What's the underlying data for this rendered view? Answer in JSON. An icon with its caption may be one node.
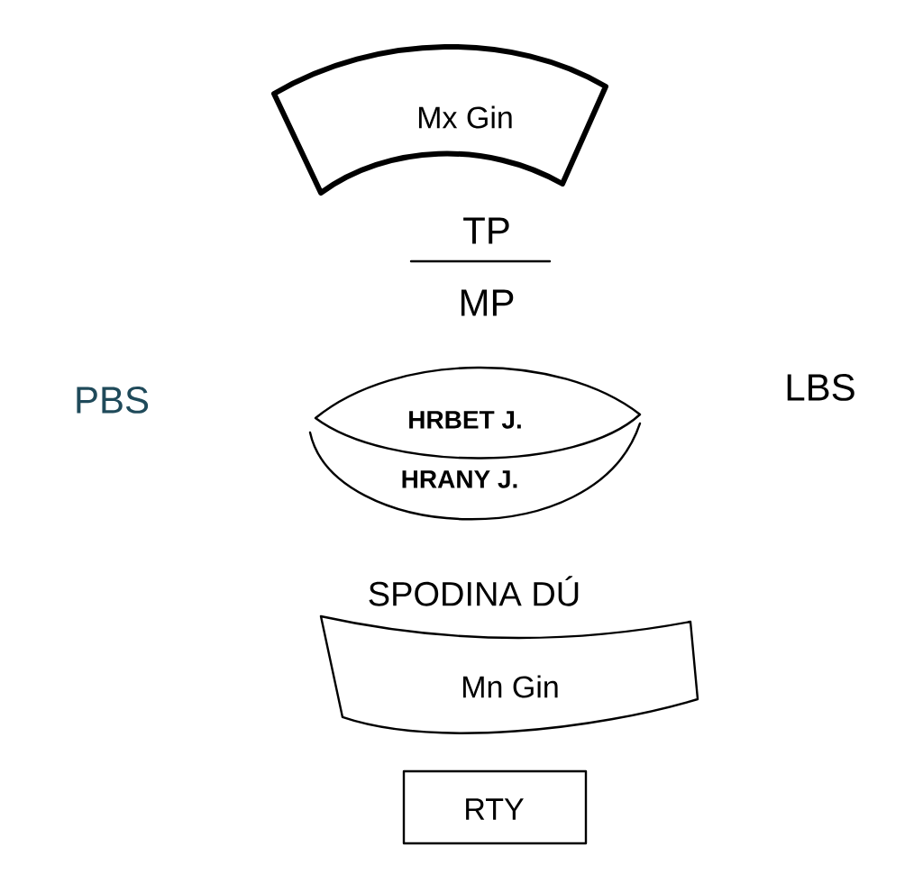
{
  "diagram": {
    "nodes": [
      {
        "text": [
          "Mx Gin"
        ]
      },
      {
        "text": [
          "HRBET J.",
          "HRANY J."
        ]
      },
      {
        "text": [
          "SPODINA DÚ",
          "Mn Gin"
        ]
      },
      {
        "text": [
          "RTY"
        ]
      }
    ],
    "labels": [
      "TP",
      "MP",
      "PBS",
      "LBS"
    ]
  }
}
